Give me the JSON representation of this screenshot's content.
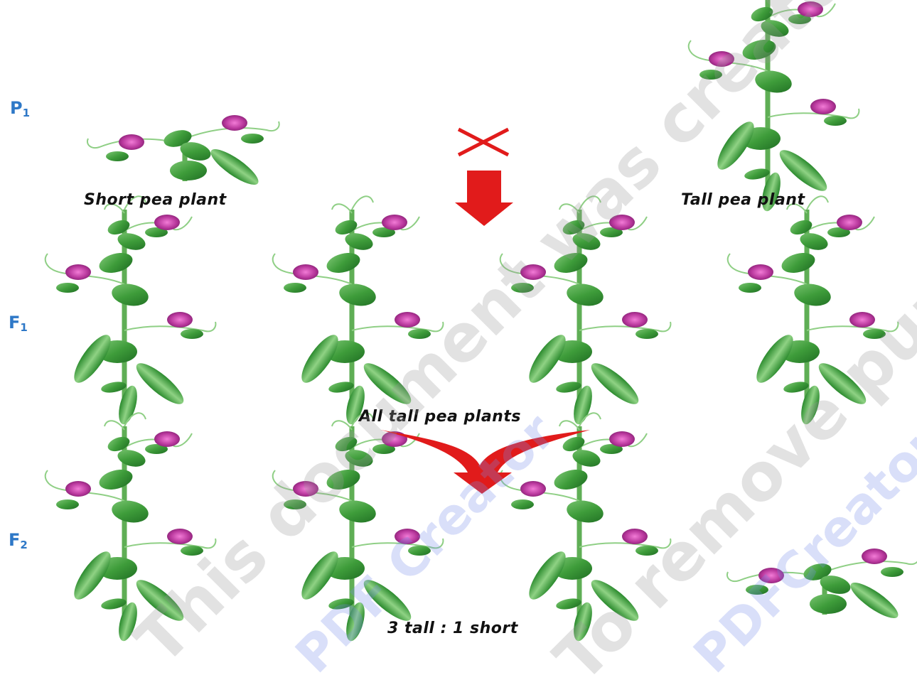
{
  "generations": {
    "p1": {
      "letter": "P",
      "sub": "1"
    },
    "f1": {
      "letter": "F",
      "sub": "1"
    },
    "f2": {
      "letter": "F",
      "sub": "2"
    }
  },
  "captions": {
    "short_parent": "Short pea plant",
    "tall_parent": "Tall pea plant",
    "f1_result": "All tall pea plants",
    "f2_ratio": "3 tall : 1 short"
  },
  "symbols": {
    "cross": "✕"
  },
  "watermarks": {
    "line1": "This document was created using",
    "line2": "PDF Creator",
    "line3": "To remove purchase the",
    "line4": "PDFCreator.com"
  },
  "colors": {
    "label_blue": "#2e78c7",
    "arrow_red": "#e11b1b",
    "leaf_green": "#3e9c3a",
    "flower_magenta": "#b8379c"
  }
}
